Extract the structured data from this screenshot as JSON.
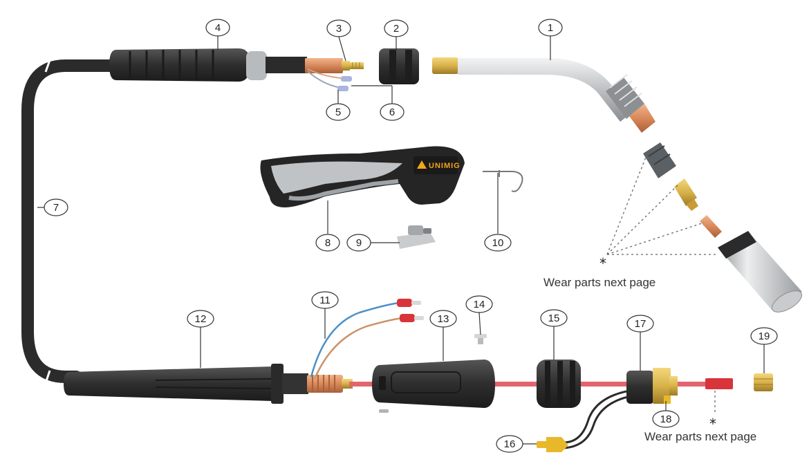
{
  "callouts": [
    "1",
    "2",
    "3",
    "4",
    "5",
    "6",
    "7",
    "8",
    "9",
    "10",
    "11",
    "12",
    "13",
    "14",
    "15",
    "16",
    "17",
    "18",
    "19"
  ],
  "notes": {
    "wear_parts_top": "Wear parts next page",
    "wear_parts_bottom": "Wear parts next page",
    "star": "*"
  },
  "brand": {
    "logo_text": "UNIMIG",
    "accent": "#f3a51c"
  },
  "colors": {
    "cable": "#2b2b2b",
    "rubber": "#3a3a3a",
    "grip_gray": "#bfc3c6",
    "copper": "#d9895a",
    "brass": "#d8b24a",
    "chrome": "#c9cbcd",
    "liner_red": "#e2646e",
    "wire_blue": "#4a90c8",
    "wire_tan": "#c9936a",
    "wire_red_tip": "#d8343a",
    "wire_yellow_tip": "#e9b82a"
  }
}
